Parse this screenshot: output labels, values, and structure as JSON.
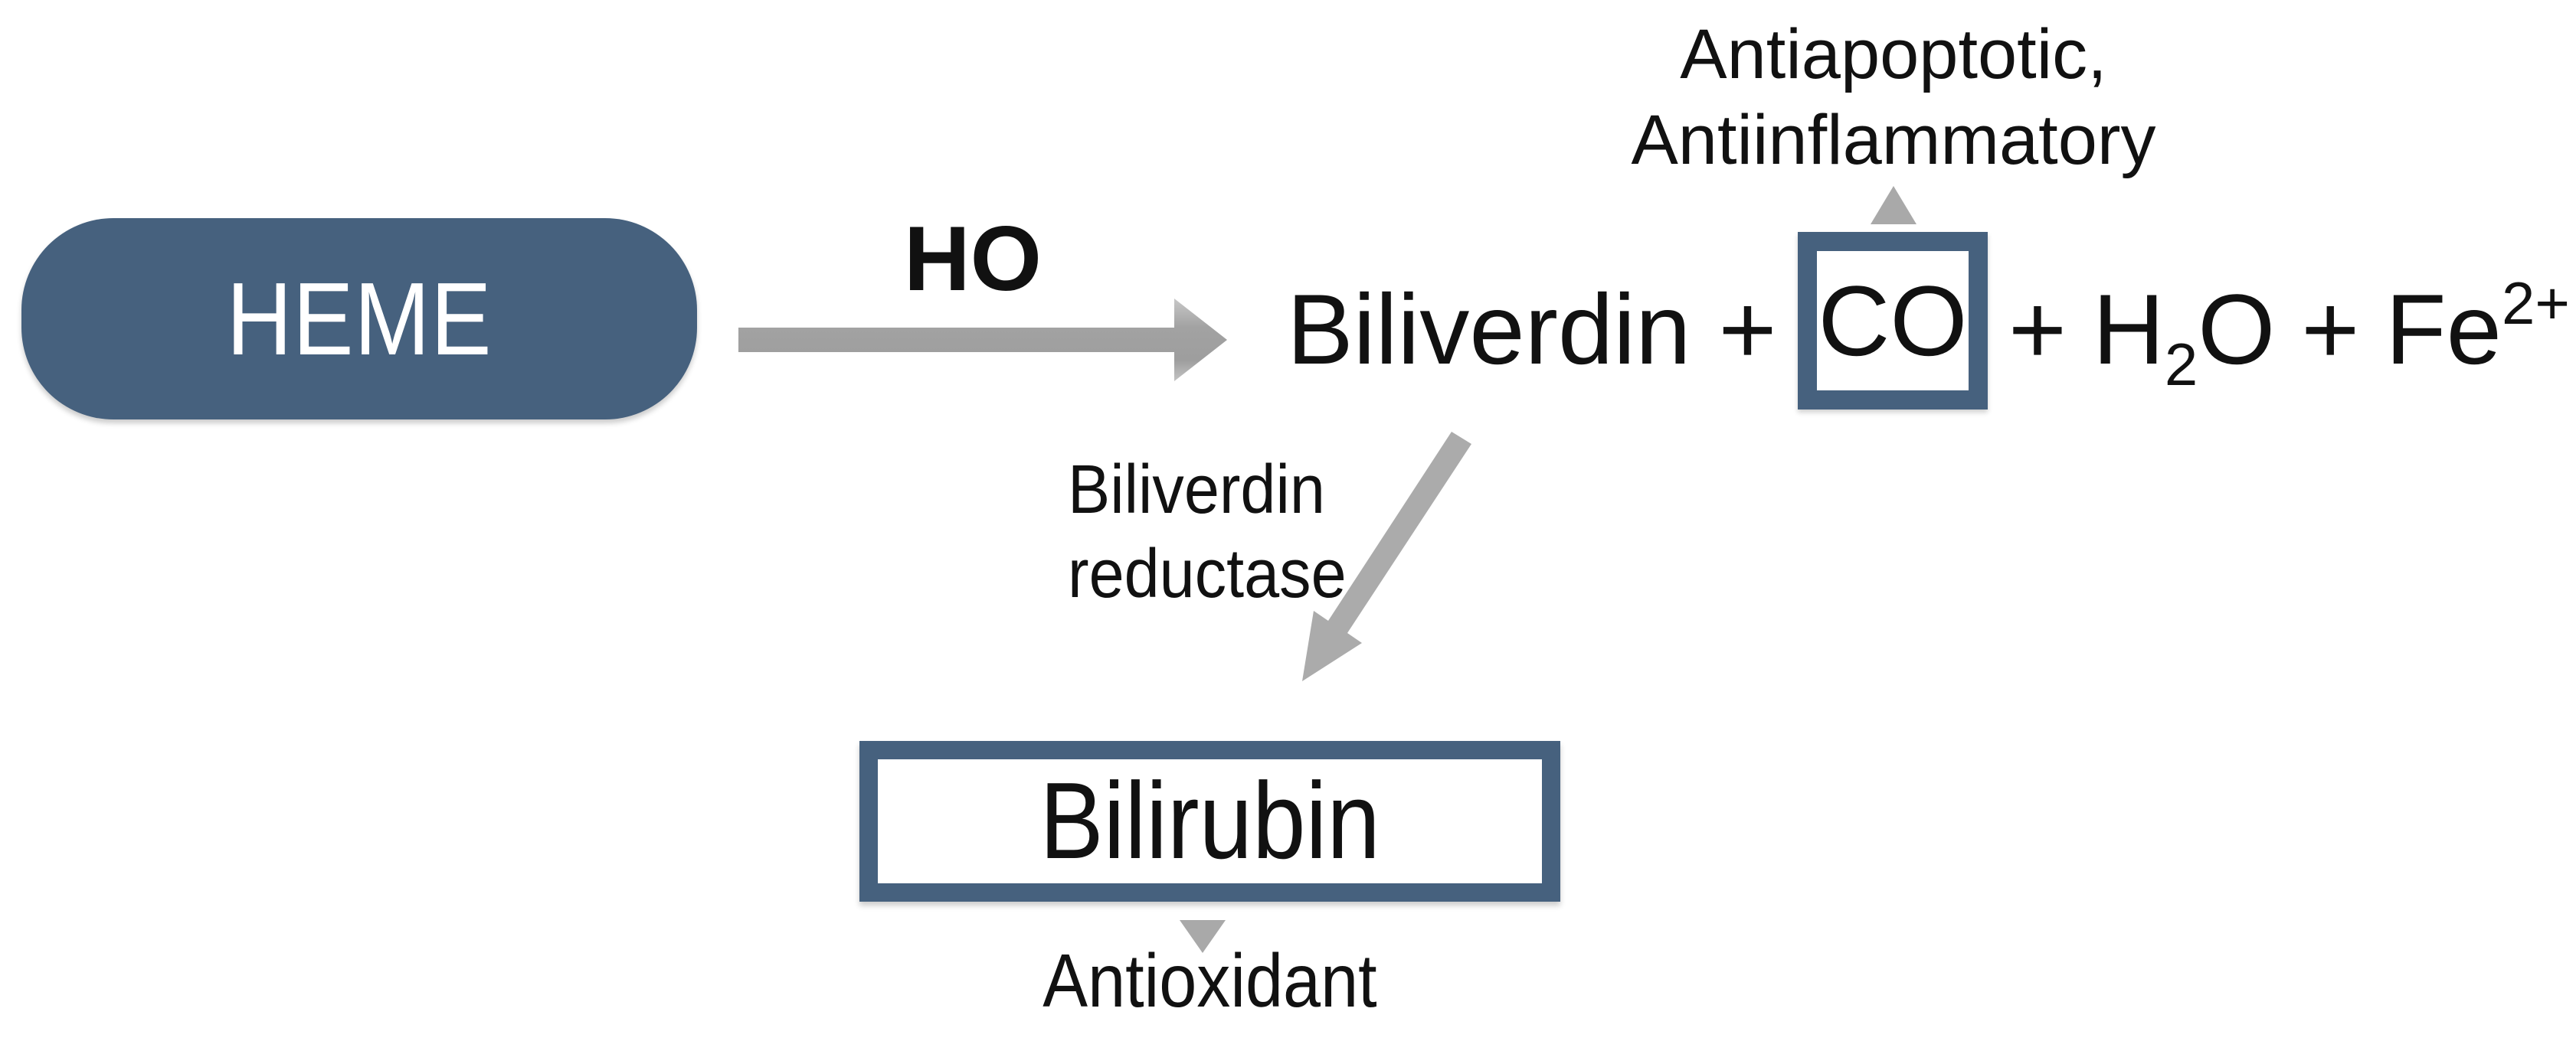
{
  "diagram": {
    "heme": "HEME",
    "enzyme": "HO",
    "formula": {
      "left": "Biliverdin +",
      "co": "CO",
      "plus2": "+",
      "water_h": "H",
      "water_sub": "2",
      "water_o": "O",
      "plus3": "+",
      "fe": "Fe",
      "fe_sup": "2+"
    },
    "co_annotation": {
      "line1": "Antiapoptotic,",
      "line2": "Antiinflammatory"
    },
    "reductase_label": {
      "line1": "Biliverdin",
      "line2": "reductase"
    },
    "bilirubin": "Bilirubin",
    "bilirubin_annotation": "Antioxidant",
    "colors": {
      "slate": "#46617E",
      "arrowGray": "#A6A6A6",
      "labelText": "#111111",
      "pillText": "#FFFFFF"
    }
  }
}
